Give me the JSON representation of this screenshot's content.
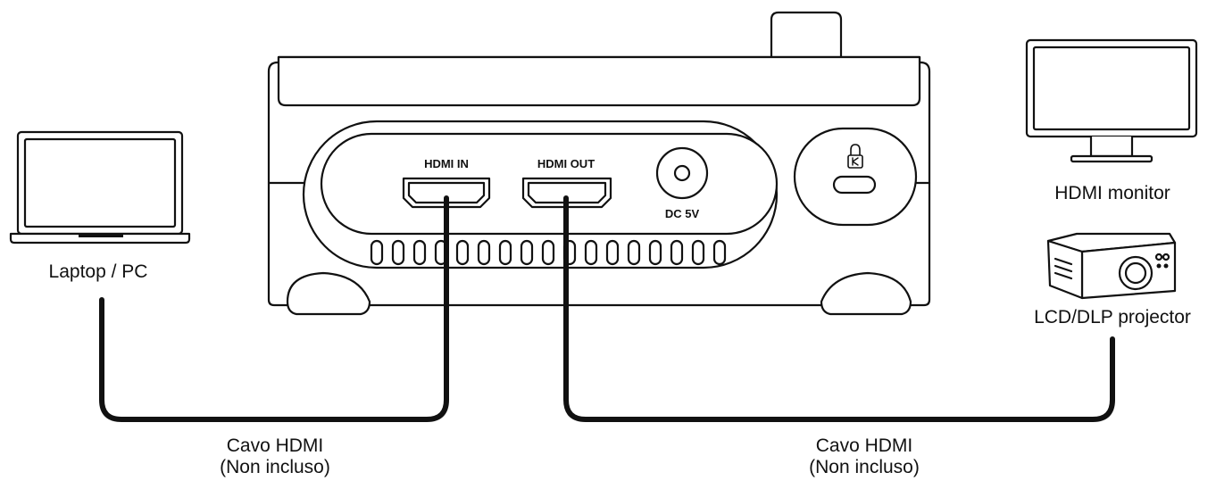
{
  "devices": {
    "laptop_label": "Laptop / PC",
    "monitor_label": "HDMI monitor",
    "projector_label": "LCD/DLP projector"
  },
  "unit": {
    "port_hdmi_in": "HDMI IN",
    "port_hdmi_out": "HDMI OUT",
    "port_dc": "DC 5V"
  },
  "cables": [
    {
      "line1": "Cavo HDMI",
      "line2": "(Non incluso)"
    },
    {
      "line1": "Cavo HDMI",
      "line2": "(Non incluso)"
    }
  ]
}
